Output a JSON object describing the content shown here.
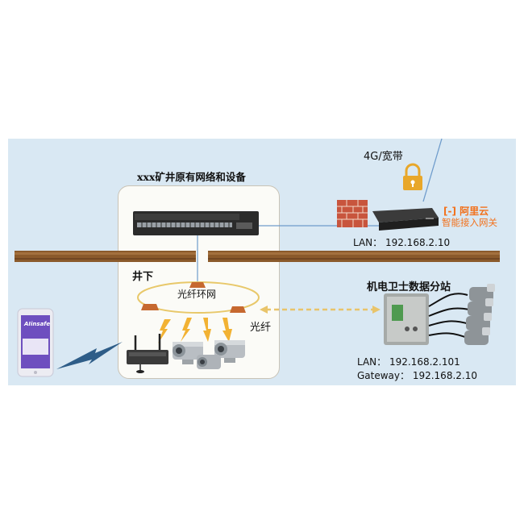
{
  "labels": {
    "mine_title": "xxx矿井原有网络和设备",
    "underground": "井下",
    "fiber_ring": "光纤环网",
    "fiber": "光纤",
    "uplink": "4G/宽带",
    "gateway_lan": "LAN：  192.168.2.10",
    "substation_title": "机电卫士数据分站",
    "substation_lan": "LAN：  192.168.2.101",
    "substation_gateway": "Gateway：  192.168.2.10"
  },
  "brand": {
    "logo_mark": "[-]",
    "name": "阿里云",
    "product": "智能接入网关",
    "color": "#f2711c"
  },
  "app": {
    "logo_text": "AIinsafe"
  },
  "colors": {
    "panel": "#d9e8f3",
    "link": "#6f9ccc",
    "ring": "#e8c86a",
    "beam": "#f2b233",
    "beam_dashed": "#e9c46a",
    "wood": "#8b5a2b",
    "lightning": "#2e5d88"
  }
}
